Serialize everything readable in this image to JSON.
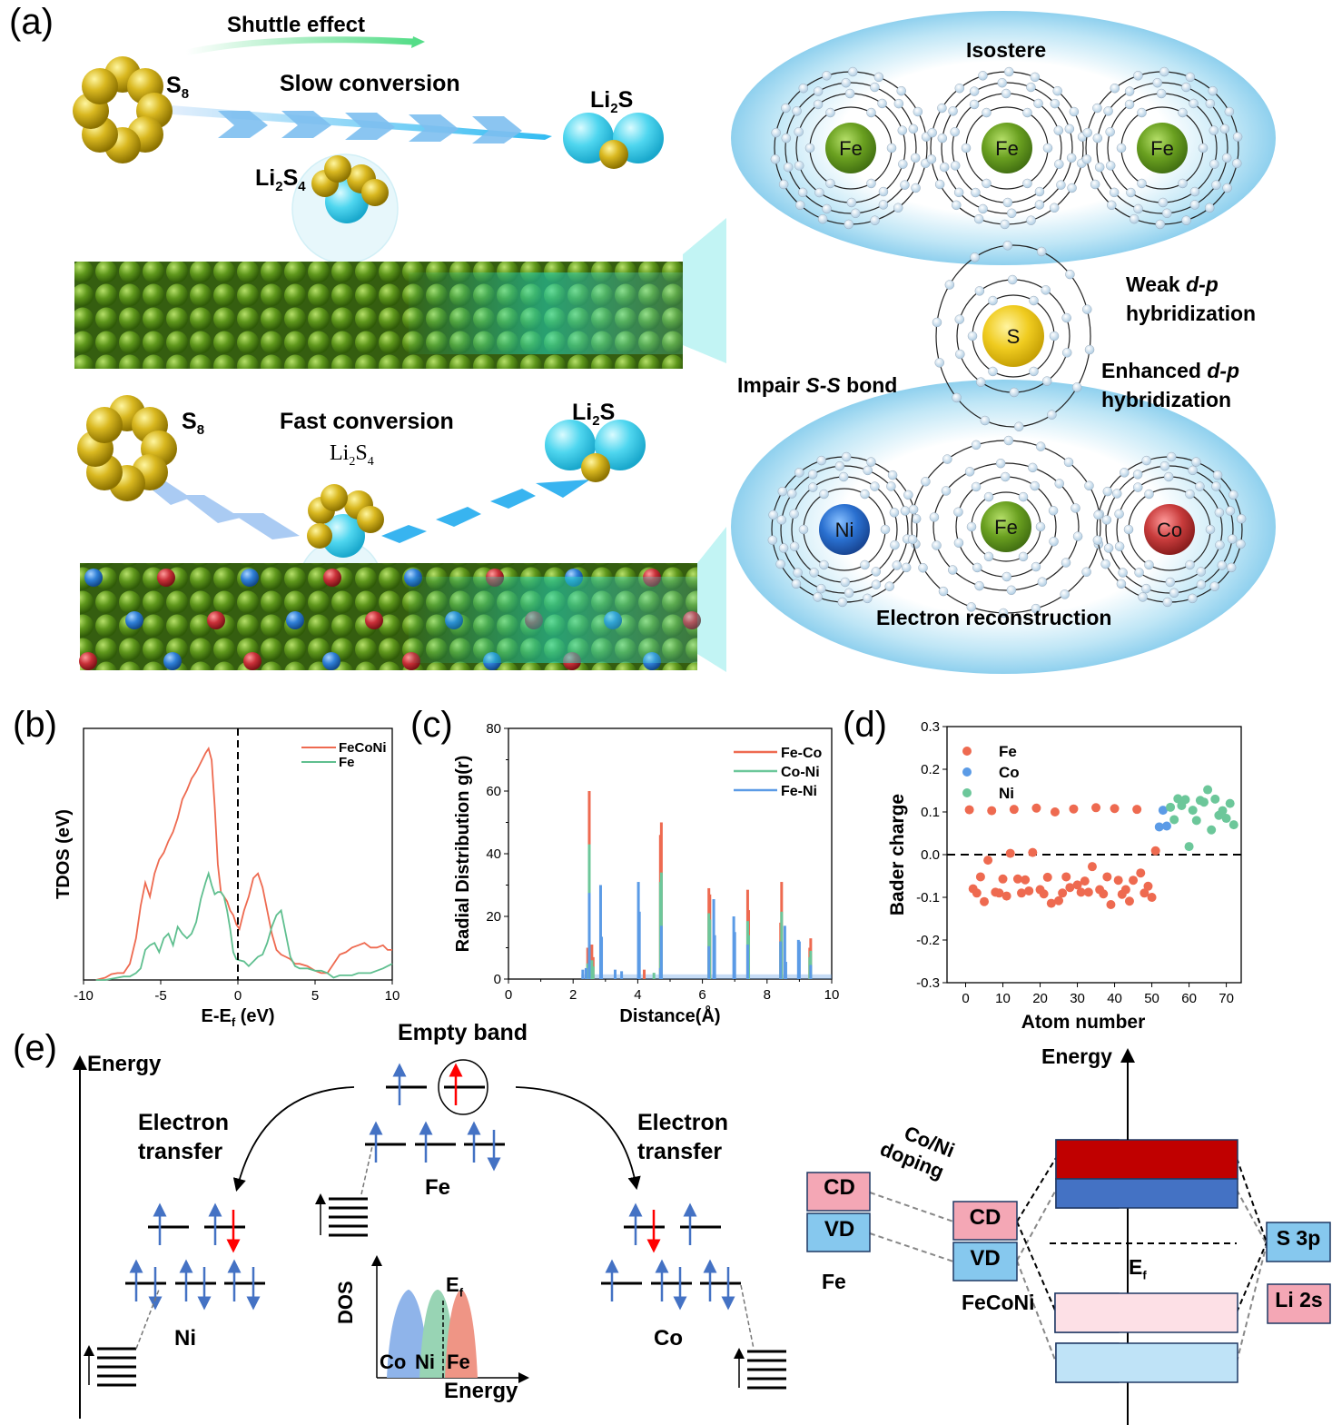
{
  "panel_labels": {
    "a": "(a)",
    "b": "(b)",
    "c": "(c)",
    "d": "(d)",
    "e": "(e)"
  },
  "panel_a": {
    "top_scheme": {
      "shuttle_effect": "Shuttle effect",
      "slow_conversion": "Slow conversion",
      "s8": "S",
      "s8_sub": "8",
      "li2s_a": "Li",
      "li2s_sub": "2",
      "li2s_b": "S",
      "li2s4_a": "Li",
      "li2s4_sub1": "2",
      "li2s4_b": "S",
      "li2s4_sub2": "4",
      "slab_color": "#5a8f1e"
    },
    "bottom_scheme": {
      "fast_conversion": "Fast conversion",
      "s8": "S",
      "s8_sub": "8",
      "li2s_a": "Li",
      "li2s_sub": "2",
      "li2s_b": "S",
      "li2s4_a": "Li",
      "li2s4_sub1": "2",
      "li2s4_b": "S",
      "li2s4_sub2": "4",
      "dopant_colors": {
        "fe": "#5a8f1e",
        "co": "#c0303a",
        "ni": "#2f7fd6"
      }
    },
    "atoms_top": {
      "title": "Isostere",
      "atoms": [
        "Fe",
        "Fe",
        "Fe"
      ]
    },
    "sulfur": {
      "symbol": "S",
      "weak": "Weak ",
      "weak_italic": "d-p",
      "weak_line2": "hybridization",
      "enhanced": "Enhanced ",
      "enhanced_italic": "d-p",
      "enhanced_line2": "hybridization",
      "impair_a": "Impair ",
      "impair_italic": "S-S",
      "impair_b": " bond"
    },
    "atoms_bottom": {
      "title": "Electron reconstruction",
      "atoms": [
        "Ni",
        "Fe",
        "Co"
      ]
    }
  },
  "chart_data": [
    {
      "id": "b",
      "type": "line",
      "title": "",
      "xlabel": "E-E",
      "xlabel_sub": "f",
      "xlabel_unit": " (eV)",
      "ylabel": "TDOS (eV)",
      "xlim": [
        -10,
        10
      ],
      "ylim": [
        0,
        1
      ],
      "xticks": [
        -10,
        -5,
        0,
        5,
        10
      ],
      "xtick_labels": [
        "-10",
        "-5",
        "0",
        "5",
        "10"
      ],
      "vline": 0,
      "legend": "top-right",
      "series": [
        {
          "name": "FeCoNi",
          "color": "#ee6a50",
          "x": [
            -9.2,
            -8.6,
            -8.2,
            -7.8,
            -7.4,
            -7.0,
            -6.6,
            -6.3,
            -6.0,
            -5.7,
            -5.4,
            -5.1,
            -4.8,
            -4.5,
            -4.2,
            -3.9,
            -3.6,
            -3.3,
            -3.0,
            -2.7,
            -2.4,
            -2.1,
            -1.9,
            -1.7,
            -1.5,
            -1.3,
            -1.1,
            -0.9,
            -0.7,
            -0.5,
            -0.3,
            -0.1,
            0.1,
            0.4,
            0.7,
            1.0,
            1.3,
            1.6,
            1.9,
            2.2,
            2.5,
            2.8,
            3.1,
            3.4,
            3.7,
            4.0,
            4.5,
            5.0,
            5.4,
            5.8,
            6.2,
            6.6,
            7.0,
            7.4,
            7.8,
            8.2,
            8.6,
            9.0,
            9.4,
            9.7,
            10.0
          ],
          "y": [
            0.0,
            0.01,
            0.025,
            0.03,
            0.03,
            0.07,
            0.18,
            0.32,
            0.42,
            0.36,
            0.46,
            0.52,
            0.55,
            0.6,
            0.64,
            0.7,
            0.78,
            0.82,
            0.87,
            0.9,
            0.94,
            0.98,
            1.0,
            0.95,
            0.75,
            0.5,
            0.38,
            0.36,
            0.34,
            0.3,
            0.28,
            0.24,
            0.22,
            0.3,
            0.36,
            0.44,
            0.46,
            0.4,
            0.3,
            0.2,
            0.13,
            0.11,
            0.1,
            0.09,
            0.07,
            0.07,
            0.06,
            0.04,
            0.03,
            0.03,
            0.07,
            0.11,
            0.12,
            0.14,
            0.15,
            0.16,
            0.14,
            0.14,
            0.15,
            0.13,
            0.13
          ]
        },
        {
          "name": "Fe",
          "color": "#5fbf8f",
          "x": [
            -9.2,
            -8.6,
            -8.2,
            -7.8,
            -7.4,
            -7.0,
            -6.6,
            -6.3,
            -6.0,
            -5.7,
            -5.4,
            -5.1,
            -4.8,
            -4.5,
            -4.2,
            -3.9,
            -3.6,
            -3.3,
            -3.0,
            -2.7,
            -2.4,
            -2.1,
            -1.9,
            -1.7,
            -1.5,
            -1.3,
            -1.1,
            -0.9,
            -0.7,
            -0.5,
            -0.3,
            -0.1,
            0.1,
            0.4,
            0.7,
            1.0,
            1.3,
            1.6,
            1.9,
            2.2,
            2.5,
            2.8,
            3.1,
            3.4,
            3.7,
            4.0,
            4.5,
            5.0,
            5.4,
            5.8,
            6.2,
            6.6,
            7.0,
            7.4,
            7.8,
            8.2,
            8.6,
            9.0,
            9.4,
            9.7,
            10.0
          ],
          "y": [
            0.0,
            0.0,
            0.005,
            0.01,
            0.015,
            0.015,
            0.03,
            0.05,
            0.13,
            0.15,
            0.16,
            0.12,
            0.18,
            0.2,
            0.15,
            0.23,
            0.2,
            0.18,
            0.2,
            0.25,
            0.35,
            0.42,
            0.46,
            0.41,
            0.37,
            0.38,
            0.38,
            0.36,
            0.3,
            0.22,
            0.12,
            0.09,
            0.085,
            0.08,
            0.06,
            0.08,
            0.1,
            0.11,
            0.16,
            0.23,
            0.28,
            0.3,
            0.2,
            0.1,
            0.06,
            0.05,
            0.05,
            0.04,
            0.04,
            0.03,
            0.01,
            0.02,
            0.02,
            0.02,
            0.03,
            0.03,
            0.03,
            0.04,
            0.05,
            0.06,
            0.07
          ]
        }
      ]
    },
    {
      "id": "c",
      "type": "bar",
      "title": "",
      "xlabel": "Distance(Å)",
      "ylabel": "Radial Distribution g(r)",
      "xlim": [
        0,
        10
      ],
      "ylim": [
        0,
        80
      ],
      "xticks": [
        0,
        2,
        4,
        6,
        8,
        10
      ],
      "yticks": [
        0,
        20,
        40,
        60,
        80
      ],
      "legend": "top-right",
      "series": [
        {
          "name": "Fe-Co",
          "color": "#ee6a50",
          "x": [
            2.45,
            2.5,
            2.58,
            2.62,
            4.2,
            4.7,
            4.73,
            6.2,
            6.23,
            7.4,
            7.43,
            8.42,
            8.45,
            9.32,
            9.35
          ],
          "values": [
            10,
            60,
            11,
            7,
            3,
            46,
            50,
            29,
            27,
            28.5,
            22,
            18,
            31,
            10,
            13
          ]
        },
        {
          "name": "Co-Ni",
          "color": "#6cc79a",
          "x": [
            2.45,
            2.5,
            2.58,
            2.62,
            4.5,
            4.7,
            4.73,
            6.2,
            6.23,
            7.4,
            7.43,
            8.42,
            8.45,
            9.32,
            9.35
          ],
          "values": [
            5,
            43,
            6,
            4,
            2,
            31,
            34,
            21,
            19,
            18.5,
            14,
            12,
            21.5,
            7,
            9
          ]
        },
        {
          "name": "Fe-Ni",
          "color": "#5b9be6",
          "x": [
            2.3,
            2.4,
            2.5,
            2.85,
            2.88,
            3.3,
            3.5,
            4.02,
            4.05,
            4.7,
            4.73,
            6.2,
            6.35,
            6.38,
            6.97,
            7.0,
            7.4,
            8.42,
            8.55,
            8.58,
            8.97,
            9.0,
            9.35
          ],
          "values": [
            3,
            3.5,
            27.5,
            30,
            13.5,
            3,
            2.5,
            31,
            21.5,
            3.5,
            17,
            10.5,
            25.5,
            14,
            20,
            15,
            11,
            12,
            17,
            5.5,
            12.5,
            12,
            4.5
          ]
        }
      ]
    },
    {
      "id": "d",
      "type": "scatter",
      "title": "",
      "xlabel": "Atom number",
      "ylabel": "Bader charge",
      "xlim": [
        -5,
        74
      ],
      "ylim": [
        -0.3,
        0.3
      ],
      "xticks": [
        0,
        10,
        20,
        30,
        40,
        50,
        60,
        70
      ],
      "yticks": [
        -0.3,
        -0.2,
        -0.1,
        0.0,
        0.1,
        0.2,
        0.3
      ],
      "ytick_labels": [
        "-0.3",
        "-0.2",
        "-0.1",
        "0.0",
        "0.1",
        "0.2",
        "0.3"
      ],
      "hline": 0,
      "legend": "top-left",
      "series": [
        {
          "name": "Fe",
          "color": "#ee6a50",
          "x": [
            1,
            2,
            3,
            4,
            5,
            6,
            7,
            8,
            9,
            10,
            11,
            12,
            13,
            14,
            15,
            16,
            17,
            18,
            19,
            20,
            21,
            22,
            23,
            24,
            25,
            26,
            27,
            28,
            29,
            30,
            31,
            32,
            33,
            34,
            35,
            36,
            37,
            38,
            39,
            40,
            41,
            42,
            43,
            44,
            45,
            46,
            47,
            48,
            49,
            50,
            51
          ],
          "y": [
            0.105,
            -0.08,
            -0.09,
            -0.052,
            -0.11,
            -0.013,
            0.103,
            -0.088,
            -0.09,
            -0.057,
            -0.097,
            0.003,
            0.106,
            -0.057,
            -0.09,
            -0.059,
            -0.085,
            0.005,
            0.109,
            -0.082,
            -0.092,
            -0.053,
            -0.114,
            0.1,
            -0.108,
            -0.09,
            -0.052,
            -0.077,
            0.107,
            -0.071,
            -0.088,
            -0.062,
            -0.088,
            -0.028,
            0.11,
            -0.082,
            -0.092,
            -0.052,
            -0.117,
            0.108,
            -0.06,
            -0.093,
            -0.082,
            -0.109,
            -0.06,
            0.106,
            -0.043,
            -0.09,
            -0.074,
            -0.1,
            0.009
          ]
        },
        {
          "name": "Co",
          "color": "#5b9be6",
          "x": [
            52,
            53,
            54
          ],
          "y": [
            0.065,
            0.104,
            0.067
          ]
        },
        {
          "name": "Ni",
          "color": "#6cc79a",
          "x": [
            55,
            56,
            57,
            58,
            59,
            60,
            61,
            62,
            63,
            64,
            65,
            66,
            67,
            68,
            69,
            70,
            71,
            72
          ],
          "y": [
            0.111,
            0.082,
            0.131,
            0.115,
            0.129,
            0.019,
            0.104,
            0.08,
            0.127,
            0.123,
            0.152,
            0.058,
            0.13,
            0.092,
            0.103,
            0.085,
            0.12,
            0.07
          ]
        }
      ]
    }
  ],
  "panel_e": {
    "energy_axis_label": "Energy",
    "empty_band": "Empty band",
    "electron_transfer_l1": "Electron",
    "electron_transfer_l2": "transfer",
    "fe_label": "Fe",
    "ni_label": "Ni",
    "co_label": "Co",
    "dos_inset": {
      "ylabel": "DOS",
      "xlabel": "Energy",
      "ef_a": "E",
      "ef_sub": "f",
      "peaks": [
        {
          "label": "Co",
          "color": "#8fb4ea"
        },
        {
          "label": "Ni",
          "color": "#98d4b4"
        },
        {
          "label": "Fe",
          "color": "#ef9585"
        }
      ]
    },
    "band_diagram": {
      "energy_label": "Energy",
      "doping_l1": "Co/Ni",
      "doping_l2": "doping",
      "fe_cd": "CD",
      "fe_vd": "VD",
      "fe_label": "Fe",
      "feconi_cd": "CD",
      "feconi_vd": "VD",
      "feconi_label": "FeCoNi",
      "ef_a": "E",
      "ef_sub": "f",
      "s3p": "S 3p",
      "li2s": "Li 2s",
      "colors": {
        "cd": "#f4a7b5",
        "vd": "#86c8ee",
        "antibond_top": "#c00000",
        "antibond_bot": "#4472c4",
        "bond_pink": "#fde0e6",
        "bond_blue": "#bfe3f7"
      }
    }
  }
}
